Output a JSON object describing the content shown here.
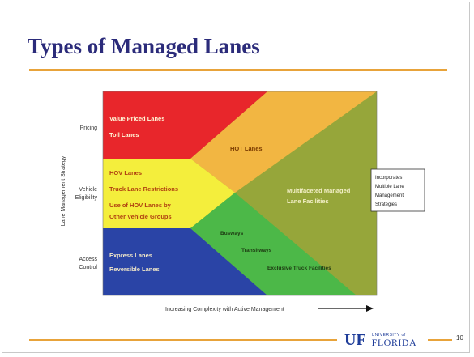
{
  "slide": {
    "title": "Types of Managed Lanes",
    "page_number": "10"
  },
  "logo": {
    "uf": "UF",
    "university_of": "UNIVERSITY of",
    "florida": "FLORIDA"
  },
  "diagram": {
    "y_axis_label": "Lane Management Strategy",
    "x_axis_label": "Increasing Complexity with Active Management",
    "rows": [
      "Pricing",
      "Vehicle",
      "Eligibility",
      "Access",
      "Control"
    ],
    "regions": {
      "red": [
        "Value Priced Lanes",
        "Toll Lanes"
      ],
      "hot": [
        "HOT Lanes"
      ],
      "yellow": [
        "HOV Lanes",
        "Truck Lane Restrictions",
        "Use of HOV Lanes by",
        "Other Vehicle Groups"
      ],
      "blue": [
        "Express Lanes",
        "Reversible Lanes"
      ],
      "green": [
        "Busways",
        "Transitways",
        "Exclusive Truck Facilities"
      ],
      "olive": [
        "Multifaceted Managed",
        "Lane Facilities"
      ]
    },
    "callout": [
      "Incorporates",
      "Multiple Lane",
      "Management",
      "Strategies"
    ],
    "colors": {
      "red": "#e8262b",
      "orange": "#f2b642",
      "yellow": "#f4ee3c",
      "blue": "#2a44a6",
      "green": "#4cb848",
      "olive": "#96a63a"
    }
  }
}
